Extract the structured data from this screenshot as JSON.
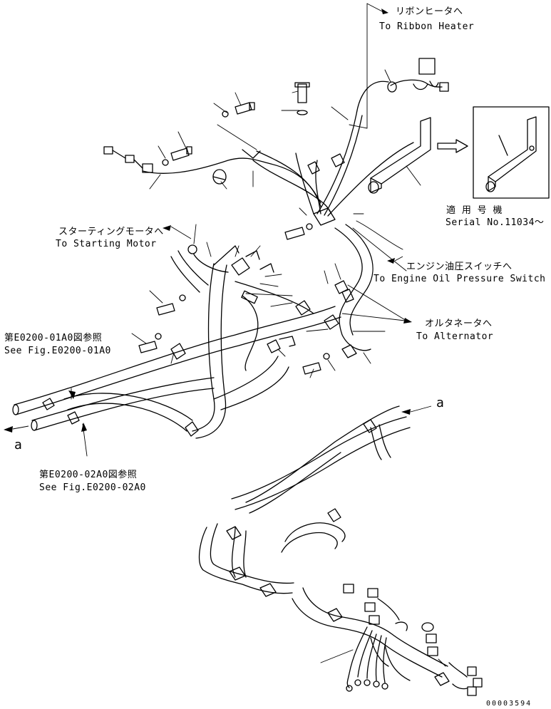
{
  "labels": {
    "ribbon_heater_jp": "リボンヒータへ",
    "ribbon_heater_en": "To Ribbon Heater",
    "serial_jp": "適 用 号 機",
    "serial_en": "Serial No.11034～",
    "starting_motor_jp": "スターティングモータへ",
    "starting_motor_en": "To Starting Motor",
    "oil_pressure_jp": "エンジン油圧スイッチへ",
    "oil_pressure_en": "To Engine Oil Pressure Switch",
    "alternator_jp": "オルタネータへ",
    "alternator_en": "To Alternator",
    "fig_01_jp": "第E0200-01A0図参照",
    "fig_01_en": "See Fig.E0200-01A0",
    "fig_02_jp": "第E0200-02A0図参照",
    "fig_02_en": "See Fig.E0200-02A0",
    "ref_a_left": "a",
    "ref_a_right": "a",
    "drawing_number": "00003594"
  }
}
